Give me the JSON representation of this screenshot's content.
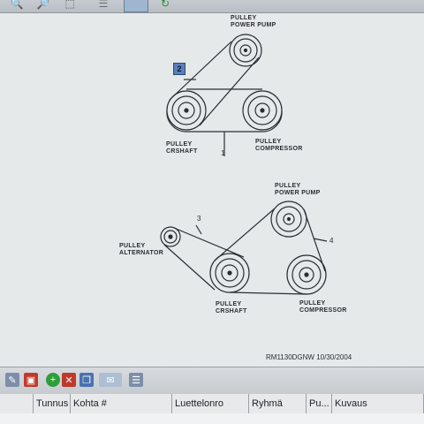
{
  "toolbar": {
    "icons": [
      "zoom-in-icon",
      "zoom-out-icon",
      "select-icon",
      "document-icon",
      "image-icon",
      "refresh-icon"
    ]
  },
  "diagram1": {
    "power_pump_label": "PULLEY\nPOWER PUMP",
    "crankshaft_label": "PULLEY\nCRSHAFT",
    "compressor_label": "PULLEY\nCOMPRESSOR",
    "callout_1": "1",
    "callout_2": "2"
  },
  "diagram2": {
    "power_pump_label": "PULLEY\nPOWER PUMP",
    "alternator_label": "PULLEY\nALTERNATOR",
    "crankshaft_label": "PULLEY\nCRSHAFT",
    "compressor_label": "PULLEY\nCOMPRESSOR",
    "callout_3": "3",
    "callout_4": "4"
  },
  "reference": "RM1130DGNW  10/30/2004",
  "table": {
    "columns": [
      "Tunnus",
      "Kohta #",
      "Luettelonro",
      "Ryhmä",
      "Pu...",
      "Kuvaus"
    ]
  }
}
